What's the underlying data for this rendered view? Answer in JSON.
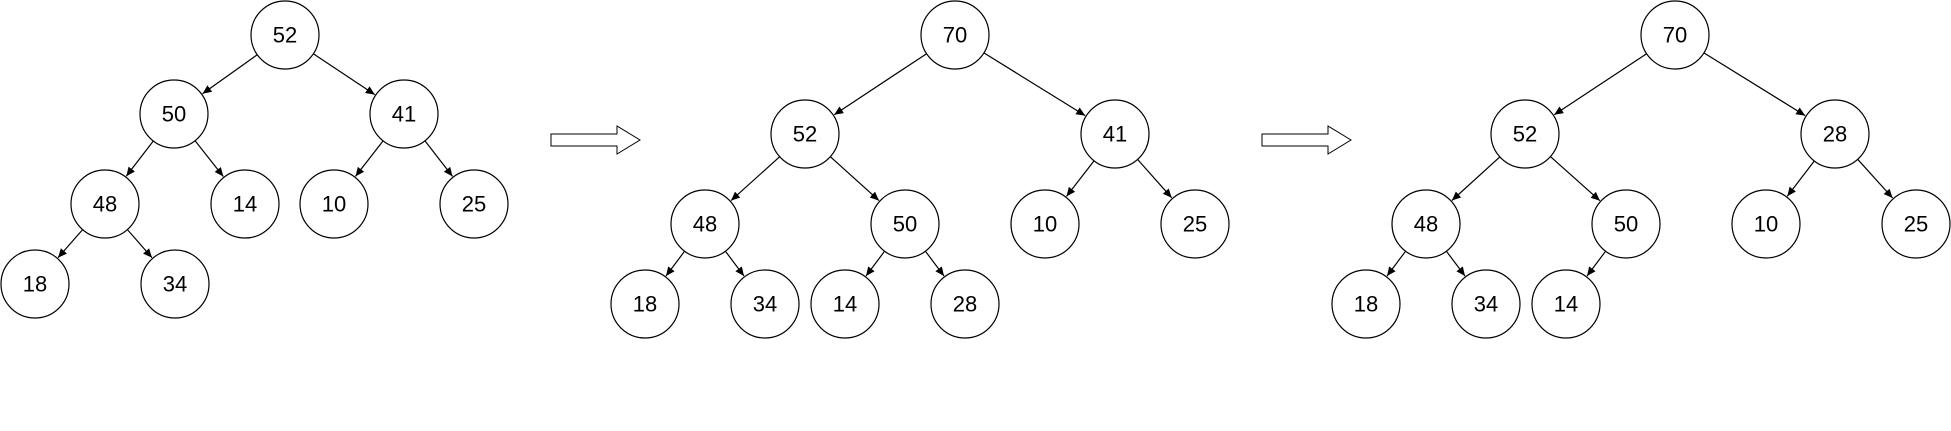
{
  "colors": {
    "stroke": "#000000",
    "fill": "#ffffff",
    "text": "#000000"
  },
  "trees": [
    {
      "id": "tree-1",
      "nodes": [
        {
          "id": "n52",
          "value": "52"
        },
        {
          "id": "n50",
          "value": "50"
        },
        {
          "id": "n41",
          "value": "41"
        },
        {
          "id": "n48",
          "value": "48"
        },
        {
          "id": "n14",
          "value": "14"
        },
        {
          "id": "n10",
          "value": "10"
        },
        {
          "id": "n25",
          "value": "25"
        },
        {
          "id": "n18",
          "value": "18"
        },
        {
          "id": "n34",
          "value": "34"
        }
      ],
      "edges": [
        [
          "n52",
          "n50"
        ],
        [
          "n52",
          "n41"
        ],
        [
          "n50",
          "n48"
        ],
        [
          "n50",
          "n14"
        ],
        [
          "n41",
          "n10"
        ],
        [
          "n41",
          "n25"
        ],
        [
          "n48",
          "n18"
        ],
        [
          "n48",
          "n34"
        ]
      ]
    },
    {
      "id": "tree-2",
      "nodes": [
        {
          "id": "n70",
          "value": "70"
        },
        {
          "id": "n52",
          "value": "52"
        },
        {
          "id": "n41",
          "value": "41"
        },
        {
          "id": "n48",
          "value": "48"
        },
        {
          "id": "n50",
          "value": "50"
        },
        {
          "id": "n10",
          "value": "10"
        },
        {
          "id": "n25",
          "value": "25"
        },
        {
          "id": "n18",
          "value": "18"
        },
        {
          "id": "n34",
          "value": "34"
        },
        {
          "id": "n14",
          "value": "14"
        },
        {
          "id": "n28",
          "value": "28"
        }
      ],
      "edges": [
        [
          "n70",
          "n52"
        ],
        [
          "n70",
          "n41"
        ],
        [
          "n52",
          "n48"
        ],
        [
          "n52",
          "n50"
        ],
        [
          "n41",
          "n10"
        ],
        [
          "n41",
          "n25"
        ],
        [
          "n48",
          "n18"
        ],
        [
          "n48",
          "n34"
        ],
        [
          "n50",
          "n14"
        ],
        [
          "n50",
          "n28"
        ]
      ]
    },
    {
      "id": "tree-3",
      "nodes": [
        {
          "id": "n70",
          "value": "70"
        },
        {
          "id": "n52",
          "value": "52"
        },
        {
          "id": "n28",
          "value": "28"
        },
        {
          "id": "n48",
          "value": "48"
        },
        {
          "id": "n50",
          "value": "50"
        },
        {
          "id": "n10",
          "value": "10"
        },
        {
          "id": "n25",
          "value": "25"
        },
        {
          "id": "n18",
          "value": "18"
        },
        {
          "id": "n34",
          "value": "34"
        },
        {
          "id": "n14",
          "value": "14"
        }
      ],
      "edges": [
        [
          "n70",
          "n52"
        ],
        [
          "n70",
          "n28"
        ],
        [
          "n52",
          "n48"
        ],
        [
          "n52",
          "n50"
        ],
        [
          "n28",
          "n10"
        ],
        [
          "n28",
          "n25"
        ],
        [
          "n48",
          "n18"
        ],
        [
          "n48",
          "n34"
        ],
        [
          "n50",
          "n14"
        ]
      ]
    }
  ]
}
